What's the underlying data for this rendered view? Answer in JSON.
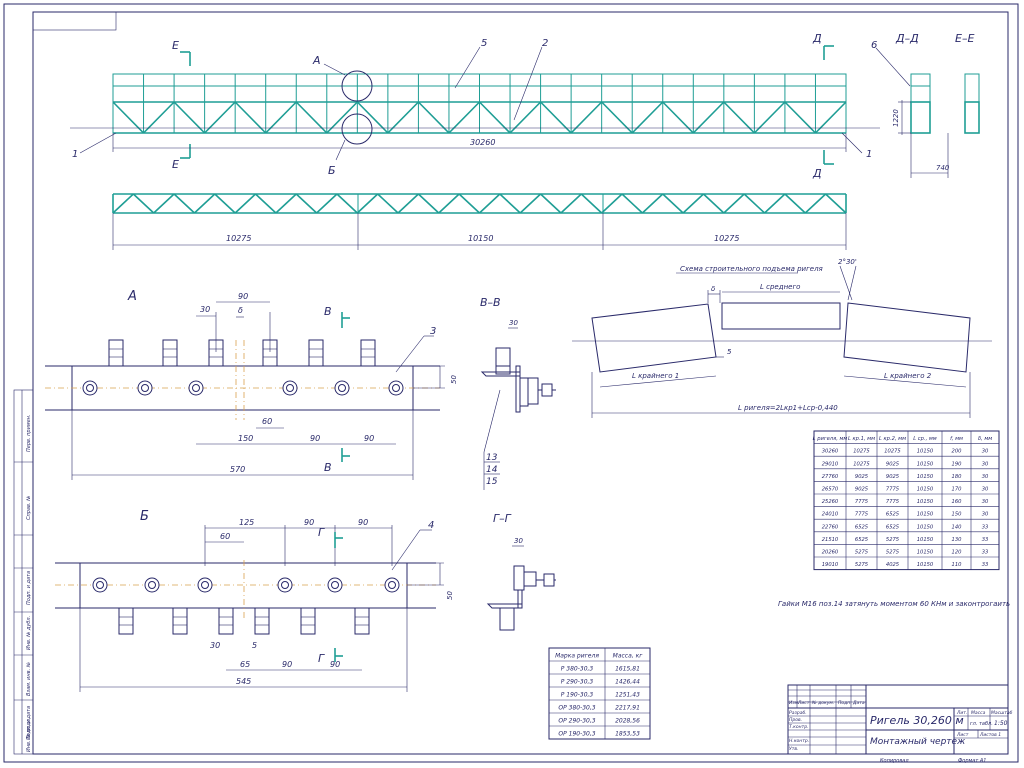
{
  "views": {
    "main": {
      "dimension": "30260",
      "labels": [
        "А",
        "Б",
        "Д",
        "Д",
        "Е",
        "Е"
      ],
      "leaders": [
        "1",
        "1",
        "2",
        "5",
        "6"
      ],
      "bottom_dims": [
        "10275",
        "10150",
        "10275"
      ]
    },
    "dd": {
      "title": "Д–Д",
      "height": "1220",
      "width": "740"
    },
    "ee": {
      "title": "Е–Е"
    },
    "detailA": {
      "title": "А",
      "dims": [
        "30",
        "90",
        "δ",
        "60",
        "150",
        "90",
        "90",
        "570",
        "50"
      ],
      "leader": "3",
      "cut_label": "В",
      "cut_label2": "В"
    },
    "detailB": {
      "title": "Б",
      "dims": [
        "125",
        "90",
        "90",
        "60",
        "30",
        "5",
        "65",
        "90",
        "90",
        "545",
        "50"
      ],
      "leader": "4",
      "cut_label": "Г",
      "cut_label2": "Г"
    },
    "vv": {
      "title": "В–В",
      "dim": "30",
      "leaders": [
        "13",
        "14",
        "15"
      ]
    },
    "gg": {
      "title": "Г–Г",
      "dim": "30"
    },
    "lift": {
      "title": "Схема строительного подъема ригеля",
      "angle": "2°30'",
      "delta": "δ",
      "gap": "5",
      "l_mid": "L среднего",
      "l_edge1": "L крайнего 1",
      "l_edge2": "L крайнего 2",
      "l_total": "L ригеля=2Lкр1+Lср-0,440"
    },
    "note": "Гайки М16 поз.14 затянуть моментом 60 КНм и законтрогаить"
  },
  "dims_table": {
    "headers": [
      "L ригеля, мм",
      "L кр.1, мм",
      "L кр.2, мм",
      "L ср., мм",
      "f, мм",
      "δ, мм"
    ],
    "rows": [
      [
        "30260",
        "10275",
        "10275",
        "10150",
        "200",
        "30"
      ],
      [
        "29010",
        "10275",
        "9025",
        "10150",
        "190",
        "30"
      ],
      [
        "27760",
        "9025",
        "9025",
        "10150",
        "180",
        "30"
      ],
      [
        "26570",
        "9025",
        "7775",
        "10150",
        "170",
        "30"
      ],
      [
        "25260",
        "7775",
        "7775",
        "10150",
        "160",
        "30"
      ],
      [
        "24010",
        "7775",
        "6525",
        "10150",
        "150",
        "30"
      ],
      [
        "22760",
        "6525",
        "6525",
        "10150",
        "140",
        "33"
      ],
      [
        "21510",
        "6525",
        "5275",
        "10150",
        "130",
        "33"
      ],
      [
        "20260",
        "5275",
        "5275",
        "10150",
        "120",
        "33"
      ],
      [
        "19010",
        "5275",
        "4025",
        "10150",
        "110",
        "33"
      ]
    ]
  },
  "mass_table": {
    "headers": [
      "Марка ригеля",
      "Масса, кг"
    ],
    "rows": [
      [
        "Р 380-30,3",
        "1615,81"
      ],
      [
        "Р 290-30,3",
        "1426,44"
      ],
      [
        "Р 190-30,3",
        "1251,43"
      ],
      [
        "ОР 380-30,3",
        "2217,91"
      ],
      [
        "ОР 290-30,3",
        "2028,56"
      ],
      [
        "ОР 190-30,3",
        "1853,53"
      ]
    ]
  },
  "title_block": {
    "title": "Ригель 30,260 м",
    "subtitle": "Монтажный чертеж",
    "lit_header": "Лит.",
    "mass_header": "Масса",
    "scale_header": "Масштаб",
    "scale": "1:50",
    "mass": "гл. табл.",
    "sheet": "Лист",
    "sheets": "Листов 1",
    "left_labels": [
      "Изм.",
      "Лист",
      "№ докум.",
      "Подп.",
      "Дата",
      "Разраб.",
      "Пров.",
      "Т.контр.",
      "Н.контр.",
      "Утв."
    ],
    "bottom_left": "Копировал",
    "bottom_right": "Формат   А1"
  },
  "side_strip": {
    "labels": [
      "Перв. примен.",
      "Справ. №",
      "Подп. и дата",
      "Инв. № дубл.",
      "Взам. инв. №",
      "Подп. и дата",
      "Инв. № подл."
    ]
  }
}
